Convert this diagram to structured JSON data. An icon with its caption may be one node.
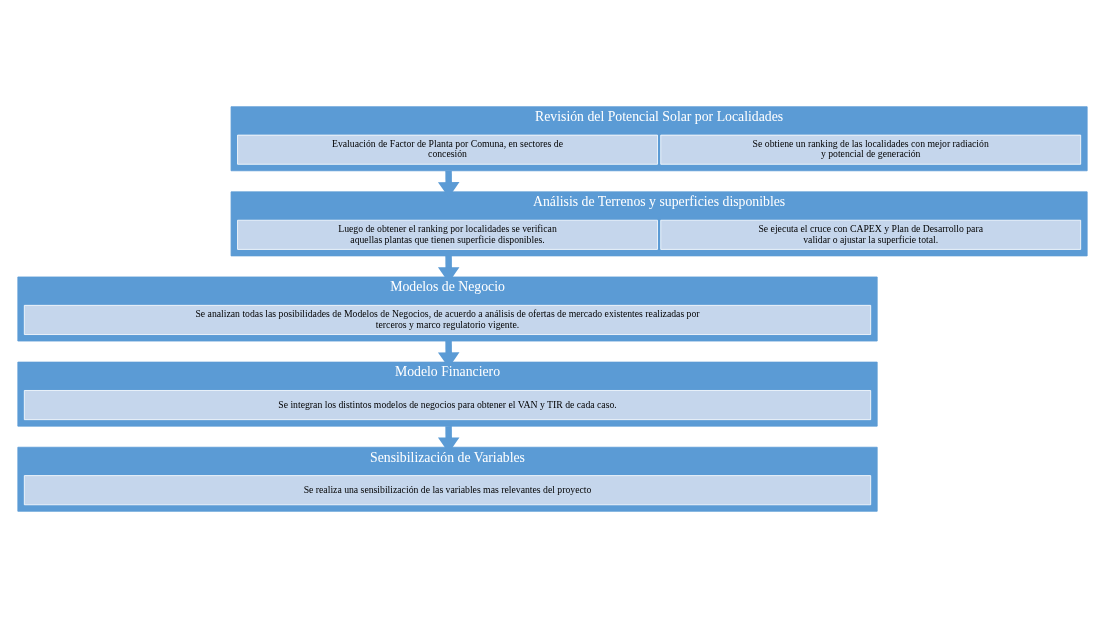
{
  "diagram": {
    "nodes": [
      {
        "text": [
          "Revisión del Potencial Solar por Localidades"
        ]
      },
      {
        "text": [
          "Evaluación de Factor de Planta por Comuna, en sectores de concesión"
        ],
        "in": 0
      },
      {
        "text": [
          "Se obtiene un ranking de las localidades con mejor radiación y potencial de generación"
        ],
        "in": 0
      },
      {
        "text": [
          "Análisis de Terrenos y superficies disponibles"
        ]
      },
      {
        "text": [
          "Luego de obtener el ranking por localidades se verifican aquellas plantas que tienen superficie disponibles."
        ],
        "in": 3
      },
      {
        "text": [
          "Se ejecuta el cruce con CAPEX y Plan de Desarrollo para validar o ajustar la superficie total."
        ],
        "in": 3
      },
      {
        "text": [
          "Modelos de Negocio"
        ]
      },
      {
        "text": [
          "Se analizan todas las posibilidades de Modelos de Negocios, de acuerdo a análisis de ofertas de mercado existentes realizadas por terceros y marco regulatorio vigente."
        ],
        "in": 6
      },
      {
        "text": [
          "Modelo Financiero"
        ]
      },
      {
        "text": [
          "Se integran los distintos modelos de negocios para obtener el VAN y TIR de cada caso."
        ],
        "in": 8
      },
      {
        "text": [
          "Sensibilización de Variables"
        ]
      },
      {
        "text": [
          "Se realiza una sensibilización de las variables mas relevantes del proyecto"
        ],
        "in": 10
      }
    ],
    "edges": [
      {
        "from": 0,
        "to": 3,
        "arrow": "to"
      },
      {
        "from": 3,
        "to": 6,
        "arrow": "to"
      },
      {
        "from": 6,
        "to": 8,
        "arrow": "to"
      },
      {
        "from": 8,
        "to": 10,
        "arrow": "to"
      }
    ]
  }
}
